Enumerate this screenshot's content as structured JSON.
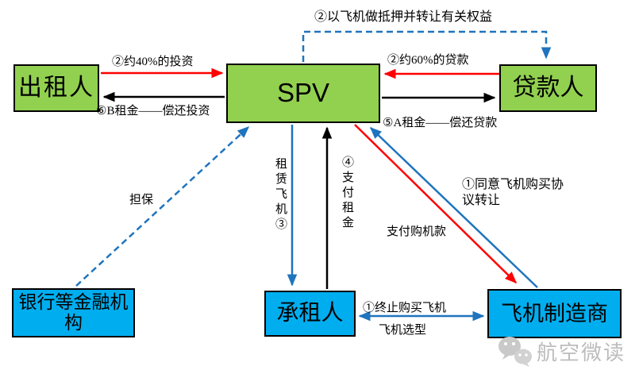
{
  "diagram": {
    "nodes": {
      "lessor": {
        "label": "出租人"
      },
      "spv": {
        "label": "SPV"
      },
      "lender": {
        "label": "贷款人"
      },
      "bank": {
        "label": "银行等金融机构"
      },
      "lessee": {
        "label": "承租人"
      },
      "manufacturer": {
        "label": "飞机制造商"
      }
    },
    "edge_labels": {
      "investment": "②约40%的投资",
      "b_rent": "⑥B租金——偿还投资",
      "mortgage": "②以飞机做抵押并转让有关权益",
      "loan": "②约60%的贷款",
      "a_rent": "⑤A租金——偿还贷款",
      "guarantee": "担保",
      "lease_aircraft": "租赁飞机③",
      "pay_rent": "④支付租金",
      "pay_purchase": "支付购机款",
      "agree_transfer": "①同意飞机购买协议转让",
      "terminate_purchase": "①终止购买飞机",
      "aircraft_selection": "飞机选型"
    },
    "colors": {
      "green_box": "#92D050",
      "blue_box": "#00AEEF",
      "red_arrow": "#FF0000",
      "blue_arrow": "#1F74BE",
      "black_arrow": "#000000"
    },
    "watermark": {
      "text": "航空微读"
    }
  }
}
